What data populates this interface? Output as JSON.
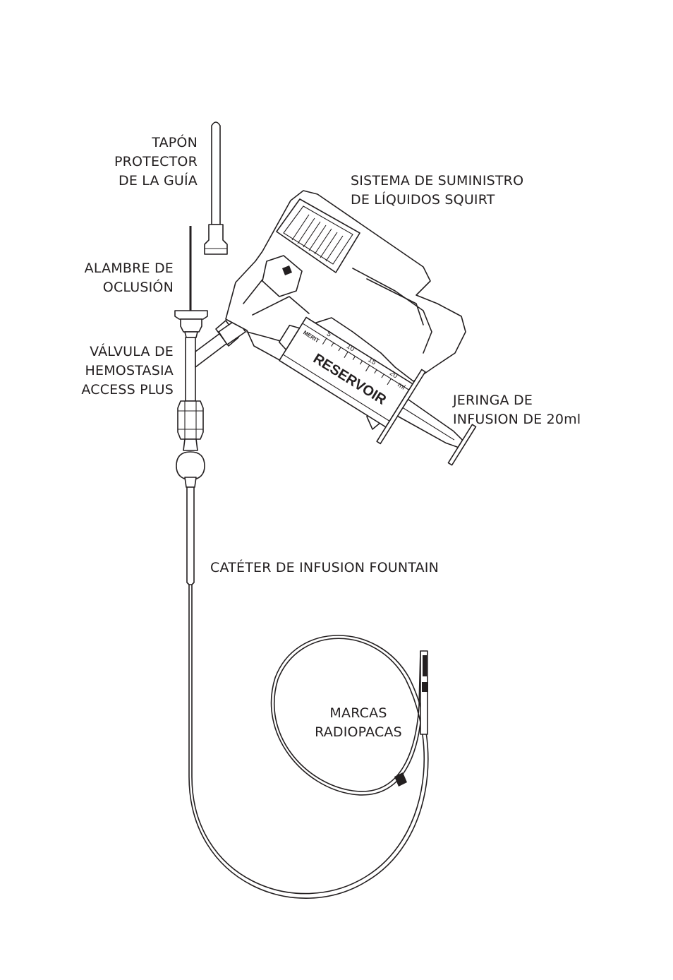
{
  "labels": {
    "tapon": [
      "TAPÓN",
      "PROTECTOR",
      "DE LA GUÍA"
    ],
    "squirt": [
      "SISTEMA DE SUMINISTRO",
      "DE LÍQUIDOS SQUIRT"
    ],
    "alambre": [
      "ALAMBRE DE",
      "OCLUSIÓN"
    ],
    "valvula": [
      "VÁLVULA DE",
      "HEMOSTASIA",
      "ACCESS PLUS"
    ],
    "jeringa": [
      "JERINGA DE",
      "INFUSION DE 20ml"
    ],
    "cateter": "CATÉTER DE INFUSION FOUNTAIN",
    "marcas": [
      "MARCAS",
      "RADIOPACAS"
    ]
  },
  "syringe": {
    "barrel_text": "RESERVOIR",
    "brand": "MERIT",
    "scale": [
      "5",
      "10",
      "15",
      "20"
    ],
    "unit": "ml"
  },
  "colors": {
    "line": "#231f20",
    "background": "#ffffff"
  }
}
